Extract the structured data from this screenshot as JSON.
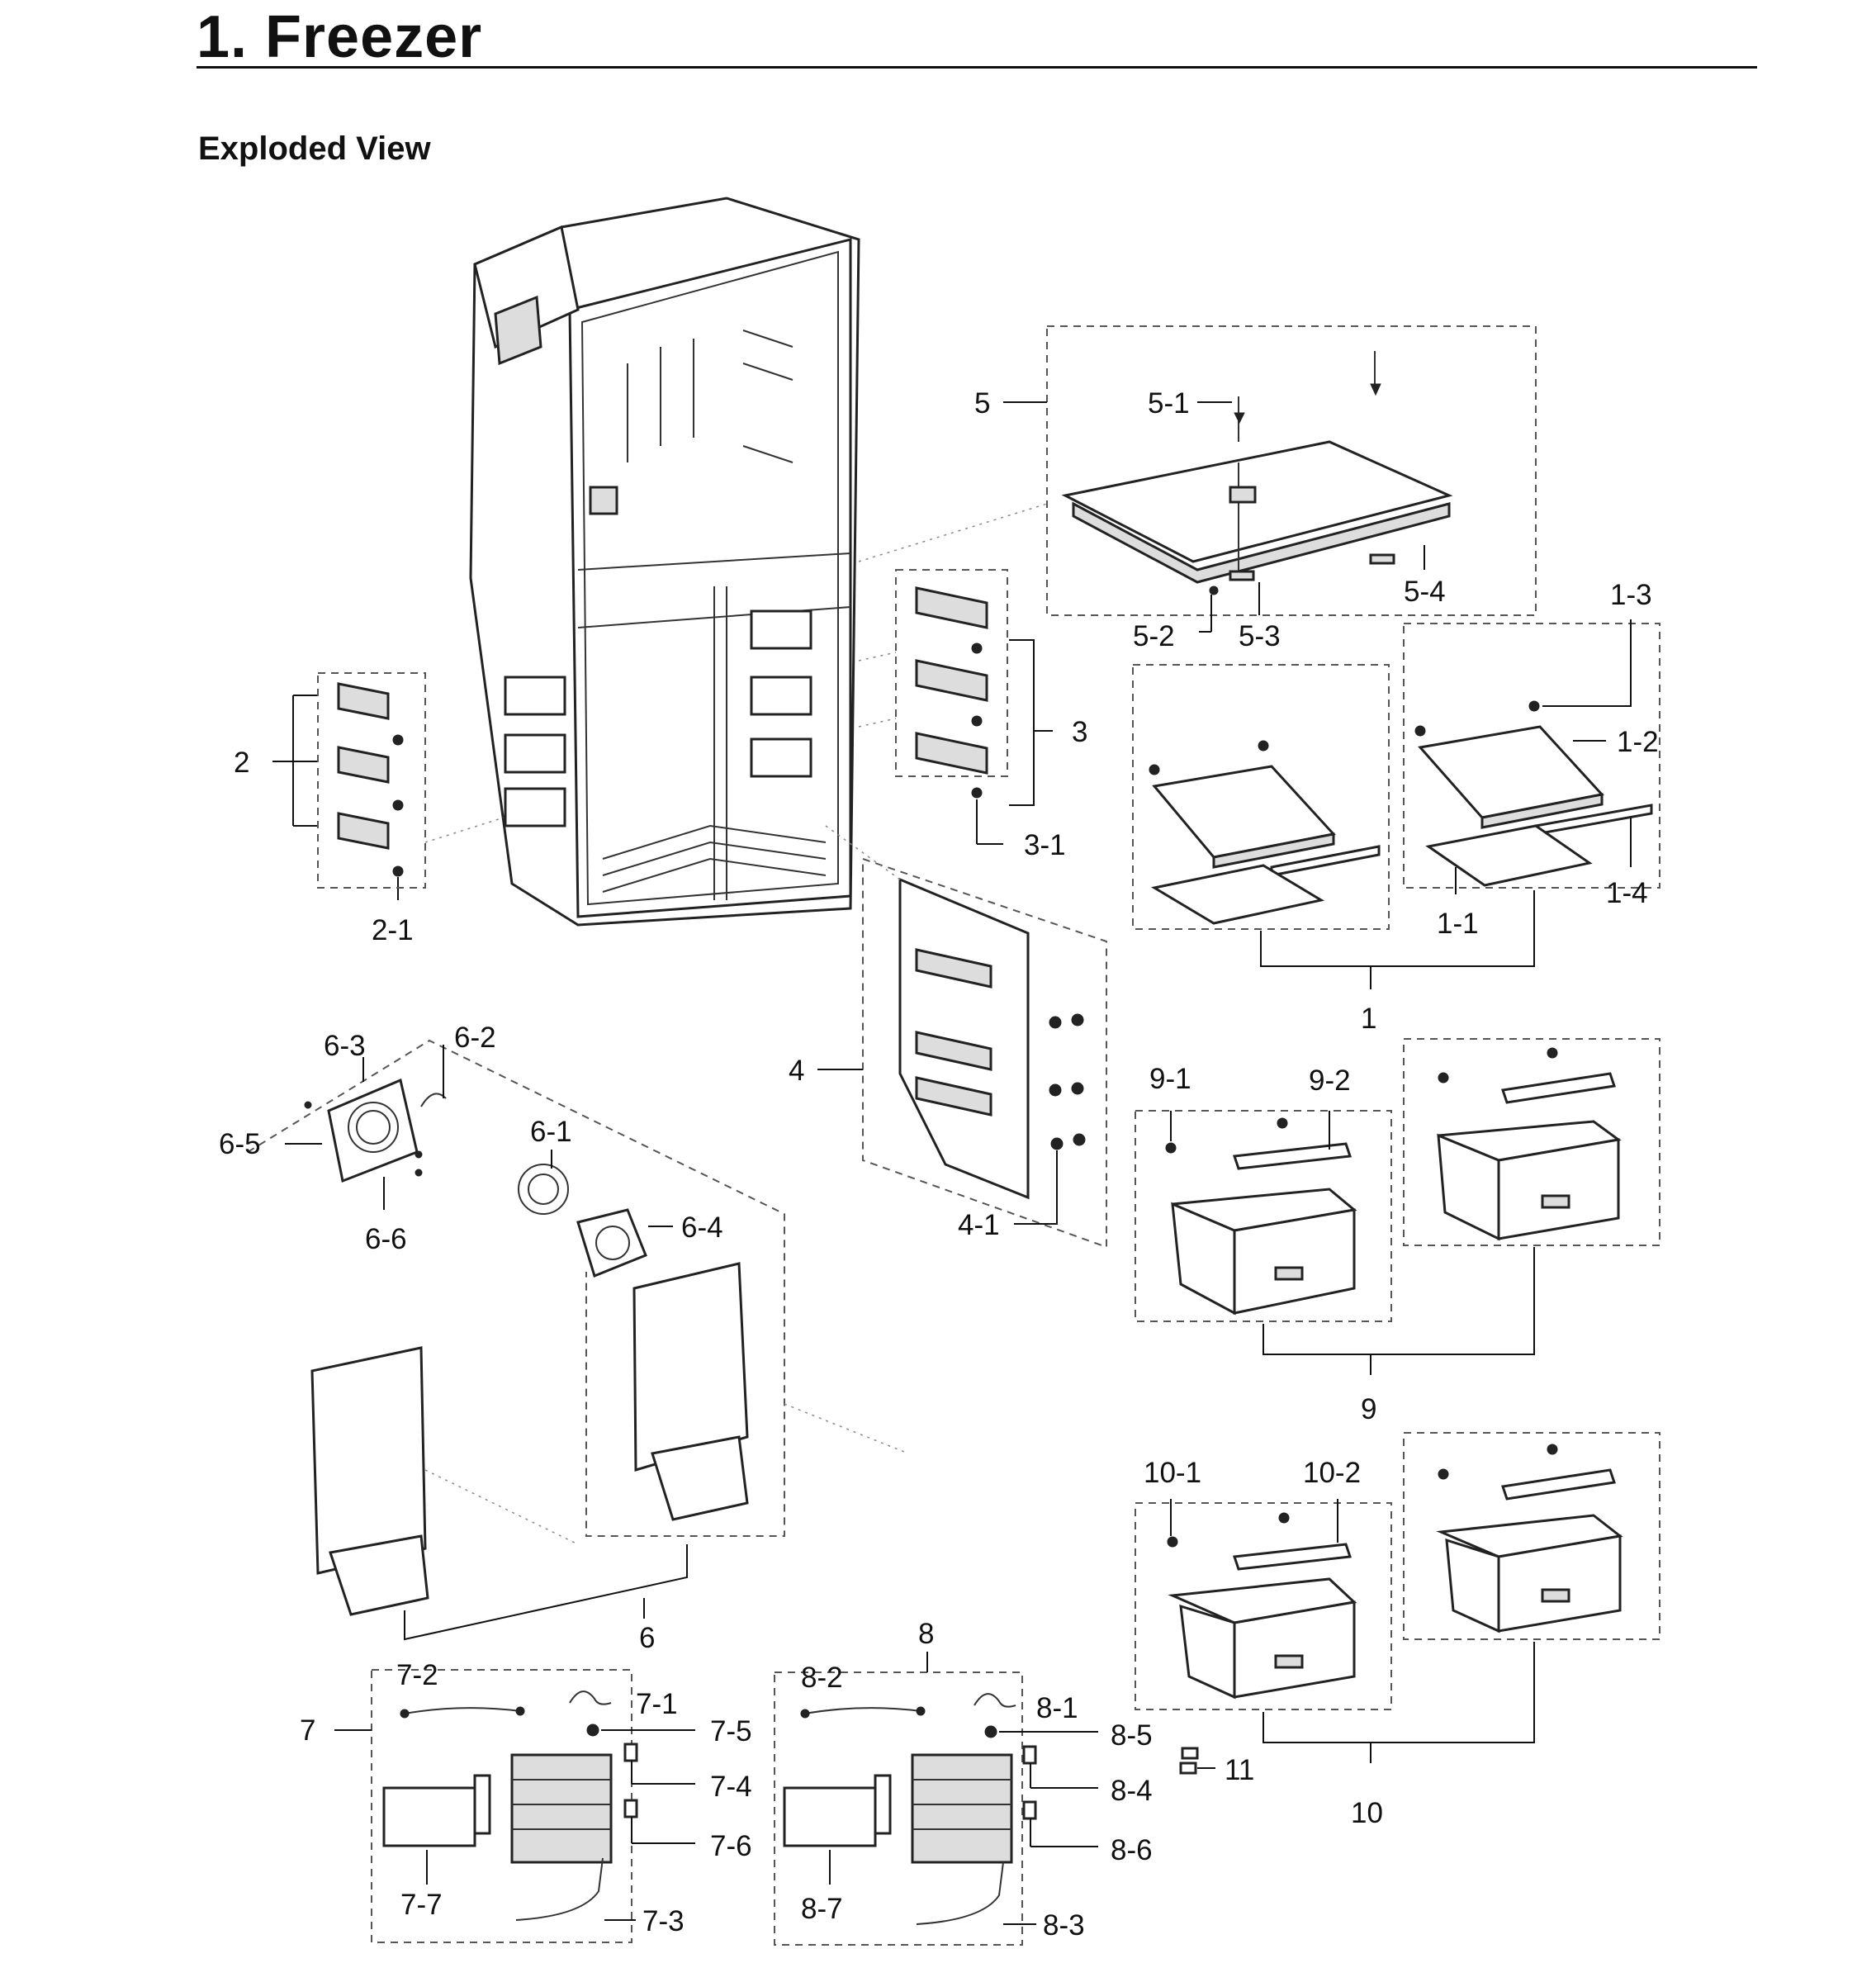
{
  "page": {
    "title": "1.  Freezer",
    "subtitle": "Exploded View"
  },
  "callouts": {
    "c1": "1",
    "c1_1": "1-1",
    "c1_2": "1-2",
    "c1_3": "1-3",
    "c1_4": "1-4",
    "c2": "2",
    "c2_1": "2-1",
    "c3": "3",
    "c3_1": "3-1",
    "c4": "4",
    "c4_1": "4-1",
    "c5": "5",
    "c5_1": "5-1",
    "c5_2": "5-2",
    "c5_3": "5-3",
    "c5_4": "5-4",
    "c6": "6",
    "c6_1": "6-1",
    "c6_2": "6-2",
    "c6_3": "6-3",
    "c6_4": "6-4",
    "c6_5": "6-5",
    "c6_6": "6-6",
    "c7": "7",
    "c7_1": "7-1",
    "c7_2": "7-2",
    "c7_3": "7-3",
    "c7_4": "7-4",
    "c7_5": "7-5",
    "c7_6": "7-6",
    "c7_7": "7-7",
    "c8": "8",
    "c8_1": "8-1",
    "c8_2": "8-2",
    "c8_3": "8-3",
    "c8_4": "8-4",
    "c8_5": "8-5",
    "c8_6": "8-6",
    "c8_7": "8-7",
    "c9": "9",
    "c9_1": "9-1",
    "c9_2": "9-2",
    "c10": "10",
    "c10_1": "10-1",
    "c10_2": "10-2",
    "c11": "11"
  }
}
